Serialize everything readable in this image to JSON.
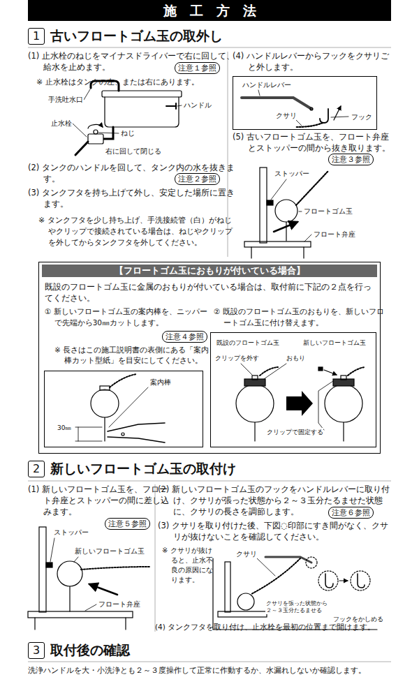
{
  "diagram": {
    "title": "施　工　方　法",
    "nodes": [
      {
        "text": [
          "1",
          "古いフロートゴム玉の取外し"
        ]
      },
      {
        "text": [
          "注意１参照"
        ]
      },
      {
        "text": [
          "注意２参照"
        ]
      },
      {
        "text": [
          "ハンドルレバー",
          "クサリ",
          "フック"
        ]
      },
      {
        "text": [
          "注意３参照"
        ]
      },
      {
        "text": [
          "【フロートゴム玉におもりが付いている場合】",
          "既設のフロートゴム玉に金属のおもりが付いている場合は、取付前に下記の２点を行ってください。",
          "① 新しいフロートゴム玉の案内棒を、ニッパーで先端から30㎜カットします。",
          "※ 長さはこの施工説明書の表側にある「案内棒カット型紙」を目安にしてください。",
          "② 既設のフロートゴム玉のおもりを、新しいフロートゴム玉に付け替えます。"
        ]
      },
      {
        "text": [
          "注意４参照"
        ],
        "in": 5
      },
      {
        "text": [
          "案内棒",
          "30㎜"
        ],
        "in": 5
      },
      {
        "text": [
          "既設のフロートゴム玉",
          "新しいフロートゴム玉",
          "クリップを外す",
          "おもり",
          "クリップで固定する"
        ],
        "in": 5
      },
      {
        "text": [
          "2",
          "新しいフロートゴム玉の取付け"
        ]
      },
      {
        "text": [
          "注意５参照"
        ]
      },
      {
        "text": [
          "注意６参照"
        ]
      },
      {
        "text": [
          "3",
          "取付後の確認"
        ]
      }
    ],
    "labels": [
      "(1) 止水栓のねじをマイナスドライバーで右に回して、給水を止めます。",
      "※ 止水栓はタンクの左、または右にあります。",
      "手洗吐水口",
      "ハンドル",
      "止水栓",
      "ねじ",
      "右に回して閉じる",
      "(2) タンクのハンドルを回して、タンク内の水を抜きます。",
      "(3) タンクフタを持ち上げて外し、安定した場所に置きます。",
      "※ タンクフタを少し持ち上げ、手洗接続管（白）がねじやクリップで接続されている場合は、ねじやクリップを外してからタンクフタを外してください。",
      "(4) ハンドルレバーからフックをクサリごと外します。",
      "(5) 古いフロートゴム玉を、フロート弁座とストッパーの間から抜き取ります。",
      "ストッパー",
      "フロートゴム玉",
      "フロート弁座",
      "(1) 新しいフロートゴム玉を、フロート弁座とストッパーの間に差し込みます。",
      "ストッパー",
      "新しいフロートゴム玉",
      "フロート弁座",
      "(2) 新しいフロートゴム玉のフックをハンドルレバーに取り付け、クサリが張った状態から２～３玉分たるませた状態に、クサリの長さを調節します。",
      "(3) クサリを取り付けた後、下図◌印部にすき間がなく、クサリが抜けないことを確認してください。",
      "※ クサリが抜けると、止水不良の原因になります。",
      "クサリ",
      "クサリを張った状態から２～３玉分たるませる",
      "フックをかしめる",
      "(4) タンクフタを取り付け、止水栓を最初の位置まで開けます。",
      "洗浄ハンドルを大・小洗浄とも２～３度操作して正常に作動するか、水漏れしないか確認します。"
    ]
  }
}
